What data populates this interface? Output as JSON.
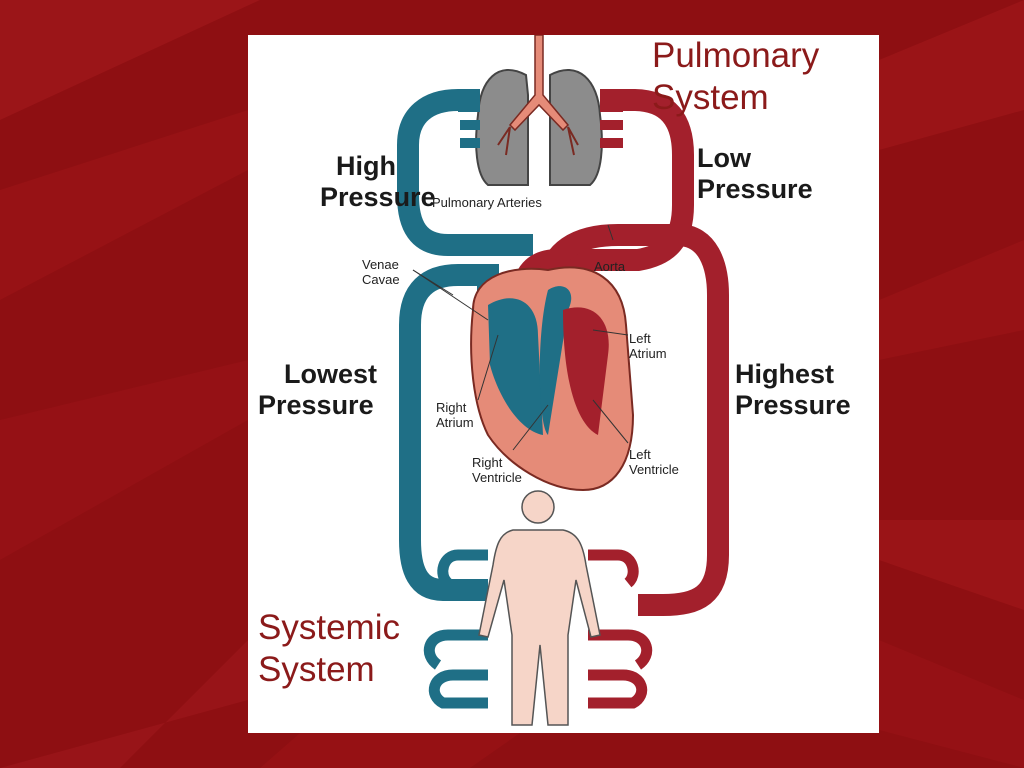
{
  "labels": {
    "pulmonary_line1": "Pulmonary",
    "pulmonary_line2": "System",
    "systemic_line1": "Systemic",
    "systemic_line2": "System",
    "high_line1": "High",
    "high_line2": "Pressure",
    "low_line1": "Low",
    "low_line2": "Pressure",
    "lowest_line1": "Lowest",
    "lowest_line2": "Pressure",
    "highest_line1": "Highest",
    "highest_line2": "Pressure",
    "pulmonary_arteries": "Pulmonary Arteries",
    "venae_line1": "Venae",
    "venae_line2": "Cavae",
    "aorta": "Aorta",
    "left_atrium_line1": "Left",
    "left_atrium_line2": "Atrium",
    "right_atrium_line1": "Right",
    "right_atrium_line2": "Atrium",
    "right_ventricle_line1": "Right",
    "right_ventricle_line2": "Ventricle",
    "left_ventricle_line1": "Left",
    "left_ventricle_line2": "Ventricle"
  },
  "colors": {
    "background": "#8e0f12",
    "oxygenated": "#a3202c",
    "deoxygenated": "#1f6f86",
    "heart_tissue": "#e58b78",
    "lungs": "#8c8c8c",
    "body": "#f6d5c8",
    "system_label": "#8b1a1a"
  }
}
